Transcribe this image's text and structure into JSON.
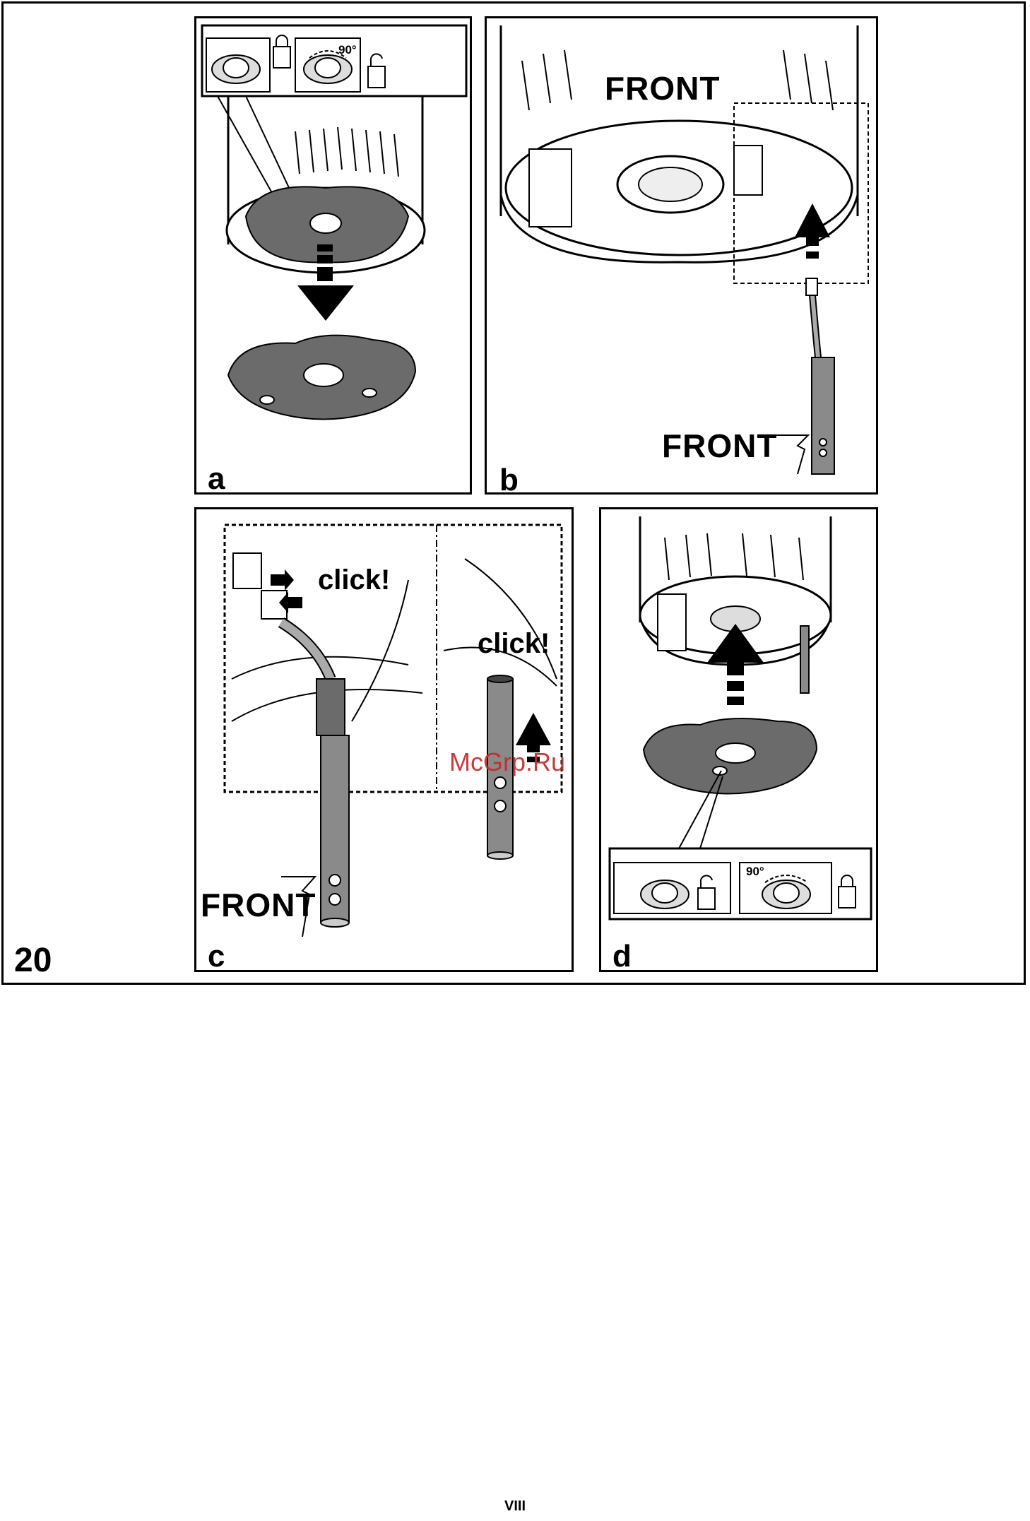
{
  "figure": {
    "number": "20"
  },
  "panels": {
    "a": {
      "label": "a",
      "angle": "90°"
    },
    "b": {
      "label": "b",
      "front_top": "FRONT",
      "front_bottom": "FRONT"
    },
    "c": {
      "label": "c",
      "click_left": "click!",
      "click_right": "click!",
      "front": "FRONT"
    },
    "d": {
      "label": "d",
      "angle": "90°"
    }
  },
  "watermark": "McGrp.Ru",
  "page_number": "VIII",
  "colors": {
    "plate": "#6b6b6b",
    "tube": "#8a8a8a",
    "line": "#000000",
    "watermark": "#c62828"
  }
}
